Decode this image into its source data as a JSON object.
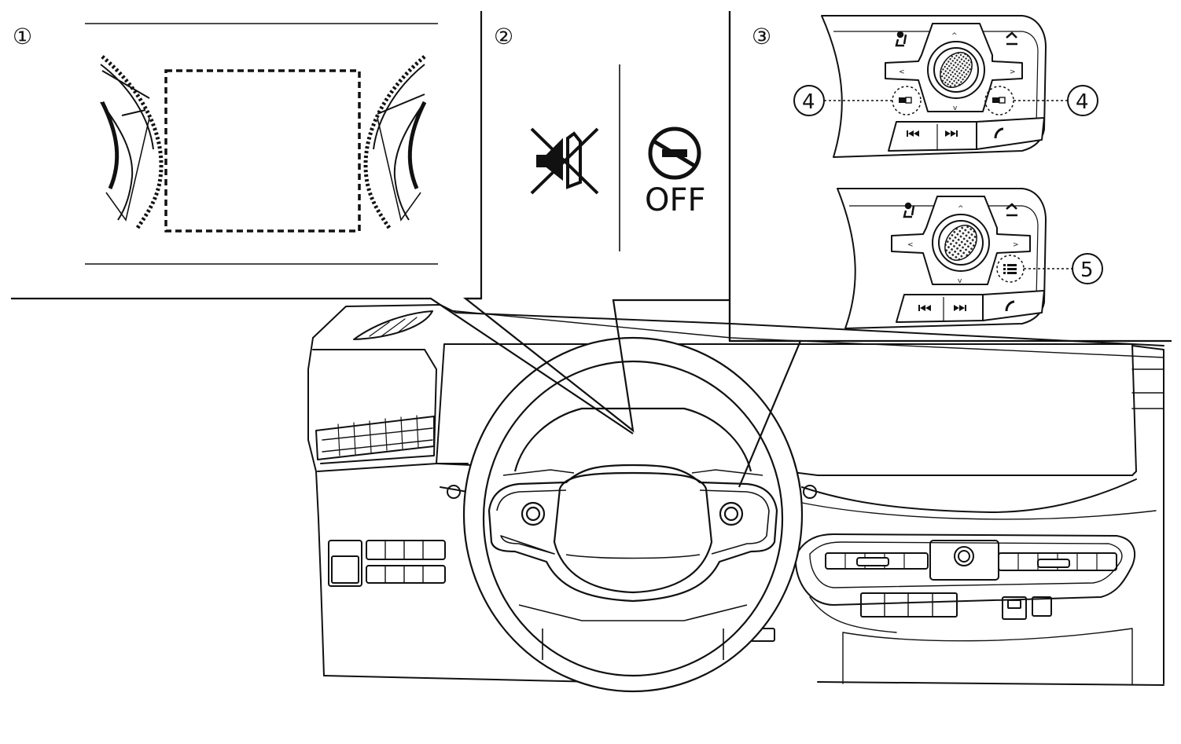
{
  "callouts": {
    "c1": "①",
    "c2": "②",
    "c3": "③"
  },
  "panel2": {
    "left_icon": "mute-speaker-icon",
    "right_icon": "lane-assist-off-icon",
    "right_text": "OFF"
  },
  "panel3": {
    "top_left_label": "4",
    "top_right_label": "4",
    "bottom_label": "5",
    "buttons": {
      "voice": "voice-icon",
      "back": "back-icon",
      "up": "^",
      "down": "v",
      "left": "<",
      "right": ">",
      "prev": "prev-track-icon",
      "next": "next-track-icon",
      "phone": "phone-icon",
      "menu": "menu-list-icon"
    }
  },
  "colors": {
    "line": "#111111",
    "background": "#ffffff",
    "dial_fill": "#555555"
  }
}
